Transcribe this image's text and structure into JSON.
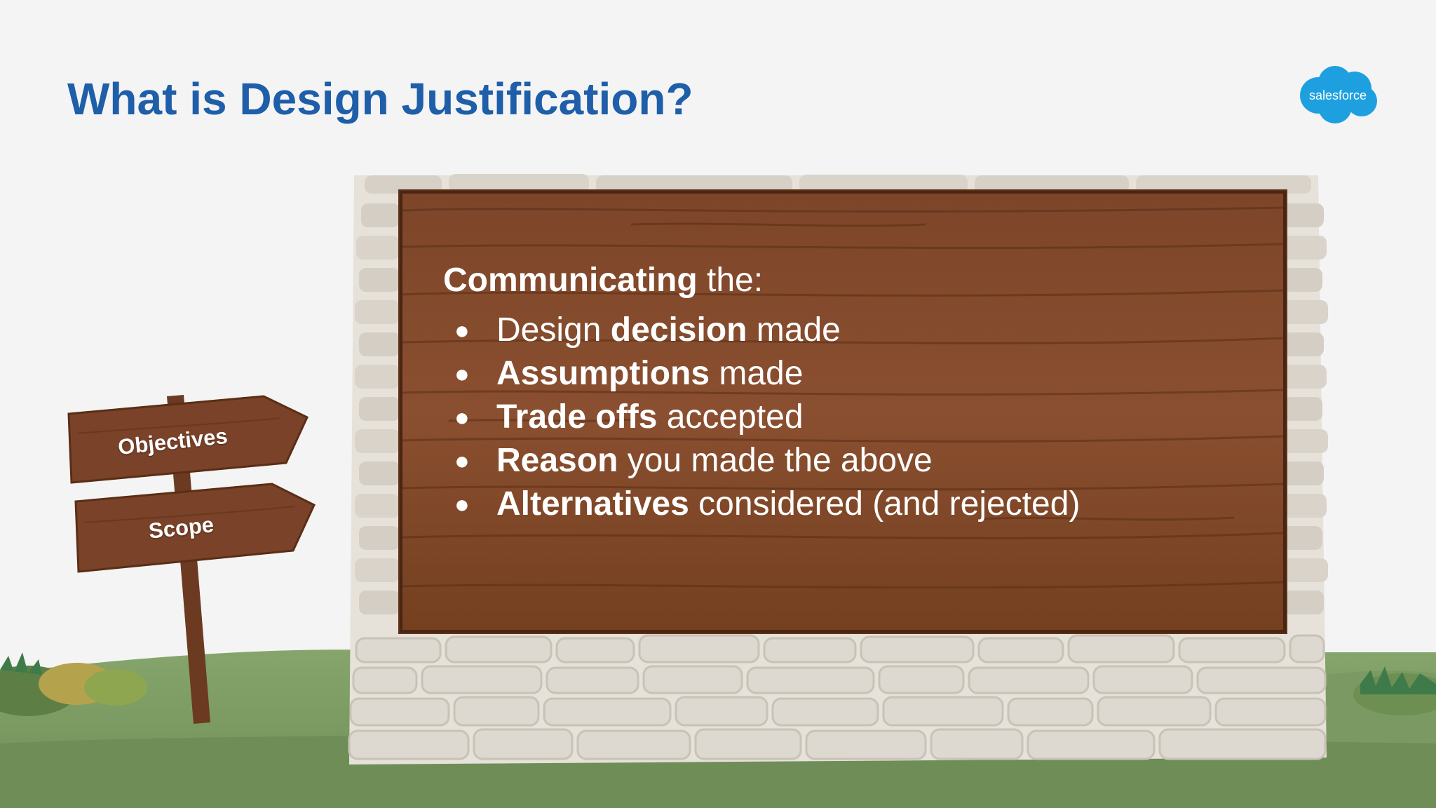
{
  "slide": {
    "title": "What is Design Justification?",
    "logo_text": "salesforce"
  },
  "signpost": {
    "arrow_top": "Objectives",
    "arrow_bottom": "Scope"
  },
  "board": {
    "intro_bold": "Communicating",
    "intro_rest": " the:",
    "bullet_glyph": "●",
    "items": [
      {
        "before": "Design ",
        "bold": "decision",
        "after": " made"
      },
      {
        "before": "",
        "bold": "Assumptions",
        "after": " made"
      },
      {
        "before": "",
        "bold": "Trade offs",
        "after": " accepted"
      },
      {
        "before": "",
        "bold": "Reason",
        "after": " you made the above"
      },
      {
        "before": "",
        "bold": "Alternatives",
        "after": " considered (and rejected)"
      }
    ]
  },
  "colors": {
    "title": "#1f5ea8",
    "logo": "#1ea0e0",
    "wood": "#7a4228",
    "stone": "#d9d4cc",
    "grass": "#7a9a62"
  }
}
